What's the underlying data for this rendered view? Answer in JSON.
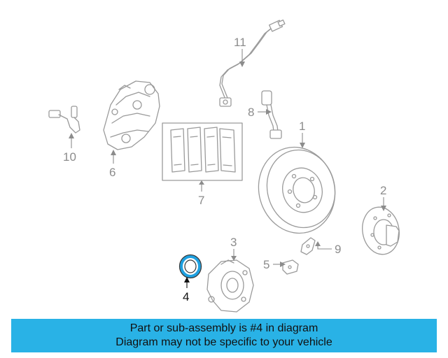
{
  "diagram": {
    "highlighted_part": "4",
    "callouts": [
      {
        "id": "1",
        "label": "1"
      },
      {
        "id": "2",
        "label": "2"
      },
      {
        "id": "3",
        "label": "3"
      },
      {
        "id": "4",
        "label": "4"
      },
      {
        "id": "5",
        "label": "5"
      },
      {
        "id": "6",
        "label": "6"
      },
      {
        "id": "7",
        "label": "7"
      },
      {
        "id": "8",
        "label": "8"
      },
      {
        "id": "9",
        "label": "9"
      },
      {
        "id": "10",
        "label": "10"
      },
      {
        "id": "11",
        "label": "11"
      }
    ],
    "colors": {
      "line": "#9a9a9a",
      "highlight_part": "#1ea0e0",
      "highlight_text": "#111111",
      "banner": "#29b2e6"
    }
  },
  "banner": {
    "line1": "Part or sub-assembly is #4 in diagram",
    "line2": "Diagram may not be specific to your vehicle"
  }
}
